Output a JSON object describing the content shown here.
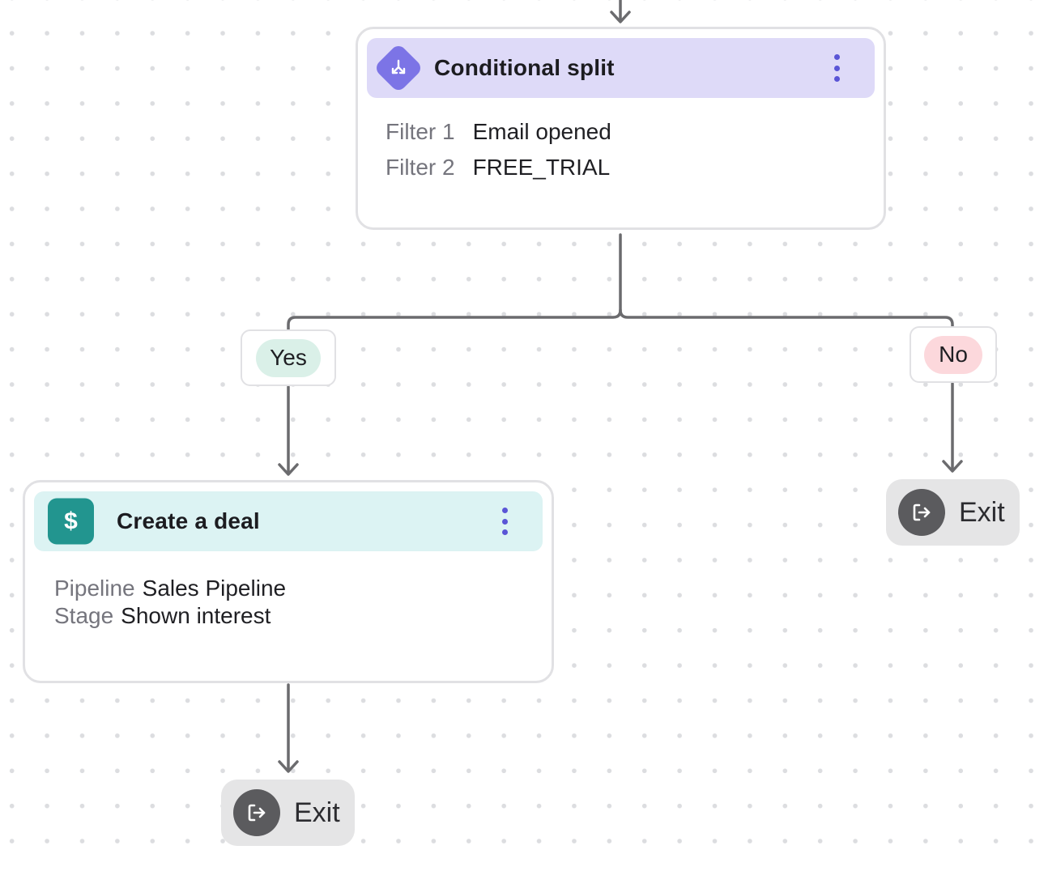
{
  "split_node": {
    "title": "Conditional split",
    "filters": [
      {
        "label": "Filter 1",
        "value": "Email opened"
      },
      {
        "label": "Filter 2",
        "value": "FREE_TRIAL"
      }
    ]
  },
  "branches": {
    "yes_label": "Yes",
    "no_label": "No"
  },
  "deal_node": {
    "title": "Create a deal",
    "rows": [
      {
        "label": "Pipeline",
        "value": "Sales Pipeline"
      },
      {
        "label": "Stage",
        "value": "Shown interest"
      }
    ]
  },
  "exits": {
    "left_label": "Exit",
    "right_label": "Exit"
  },
  "colors": {
    "split_header": "#dedaf8",
    "split_icon": "#7c74e6",
    "deal_header": "#dcf3f3",
    "deal_icon": "#22958f",
    "yes_pill": "#daf0e8",
    "no_pill": "#fcd8dc",
    "connector": "#6b6b6e",
    "menu_dots": "#5a55d6"
  },
  "icons": {
    "split": "split-arrows-icon",
    "deal": "dollar-icon",
    "exit": "exit-icon",
    "menu": "kebab-menu-icon"
  }
}
